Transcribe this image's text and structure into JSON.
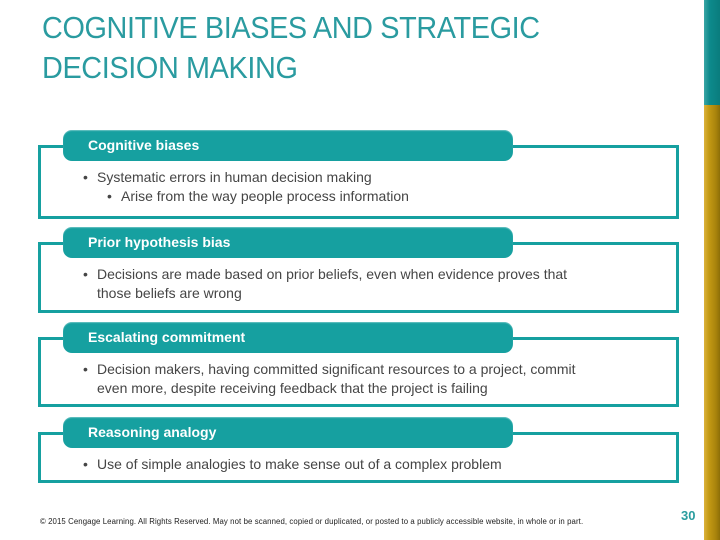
{
  "slide": {
    "title": "COGNITIVE BIASES AND STRATEGIC DECISION MAKING",
    "bullet_char": "•",
    "boxes": [
      {
        "header": "Cognitive biases",
        "bullets": [
          {
            "level": 1,
            "text": "Systematic errors in human decision making"
          },
          {
            "level": 2,
            "text": "Arise from the way people process information"
          }
        ]
      },
      {
        "header": "Prior hypothesis bias",
        "bullets": [
          {
            "level": 1,
            "text": "Decisions are made based on prior beliefs, even when evidence proves that those beliefs are wrong"
          }
        ]
      },
      {
        "header": "Escalating commitment",
        "bullets": [
          {
            "level": 1,
            "text": "Decision makers, having committed significant resources to a project, commit even more, despite receiving feedback that the project is failing"
          }
        ]
      },
      {
        "header": "Reasoning analogy",
        "bullets": [
          {
            "level": 1,
            "text": "Use of simple analogies to make sense out of a complex problem"
          }
        ]
      }
    ],
    "footer": "© 2015 Cengage Learning. All Rights Reserved. May not be scanned, copied or duplicated, or posted to a publicly accessible website, in whole or in part.",
    "page_number": "30",
    "colors": {
      "accent_teal": "#16a0a0",
      "title_teal": "#2a9ba0",
      "edge_teal": "#0d8a8c",
      "edge_gold": "#bb9210",
      "body_text": "#454545",
      "header_text": "#ffffff"
    }
  }
}
